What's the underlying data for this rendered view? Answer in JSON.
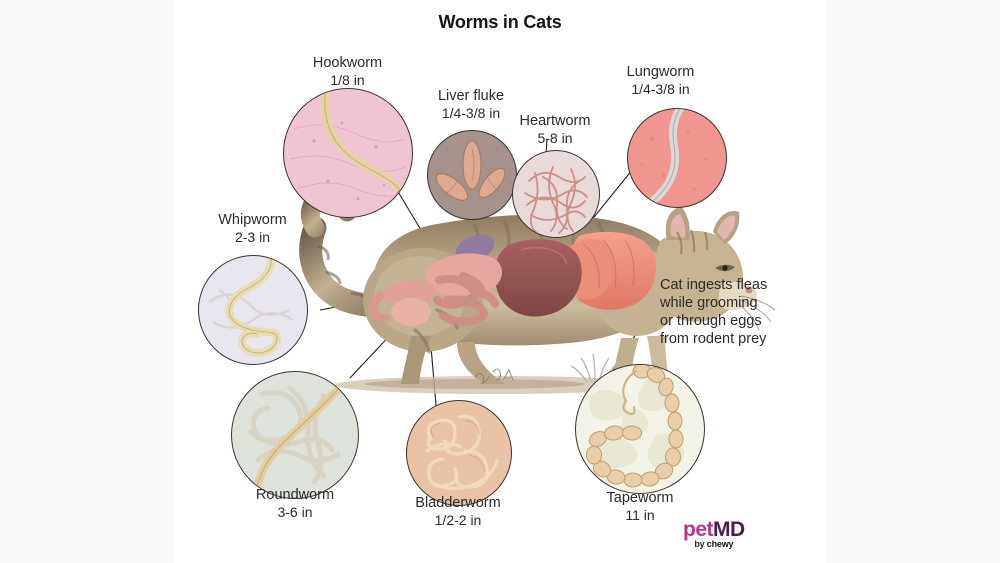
{
  "title": "Worms in Cats",
  "callouts": [
    {
      "id": "hookworm",
      "name": "Hookworm",
      "size": "1/8 in"
    },
    {
      "id": "liverfluke",
      "name": "Liver fluke",
      "size": "1/4-3/8 in"
    },
    {
      "id": "heartworm",
      "name": "Heartworm",
      "size": "5-8 in"
    },
    {
      "id": "lungworm",
      "name": "Lungworm",
      "size": "1/4-3/8 in"
    },
    {
      "id": "whipworm",
      "name": "Whipworm",
      "size": "2-3 in"
    },
    {
      "id": "roundworm",
      "name": "Roundworm",
      "size": "3-6 in"
    },
    {
      "id": "bladderworm",
      "name": "Bladderworm",
      "size": "1/2-2 in"
    },
    {
      "id": "tapeworm",
      "name": "Tapeworm",
      "size": "11 in"
    }
  ],
  "note": {
    "line1": "Cat ingests fleas",
    "line2": "while grooming",
    "line3": "or through eggs",
    "line4": "from rodent prey"
  },
  "logo": {
    "pet": "pet",
    "md": "MD",
    "by": "by",
    "brand": "chewy"
  },
  "colors": {
    "title": "#161616",
    "label": "#2b2b2b",
    "leader_line": "#1d1d1d",
    "panel_bg": "#ffffff",
    "logo_pet": "#b2368c",
    "logo_md": "#4b1f4a",
    "hookworm_fill": "#efc5d4",
    "liverfluke_fill": "#a5928c",
    "heartworm_fill": "#e9dada",
    "lungworm_fill": "#f0958f",
    "whipworm_fill": "#e7e6ef",
    "roundworm_fill": "#dde2da",
    "bladderworm_fill": "#e8c3a6",
    "tapeworm_fill": "#f3f2e6",
    "worm_tan": "#e3cda2",
    "worm_grey": "#dedede"
  }
}
